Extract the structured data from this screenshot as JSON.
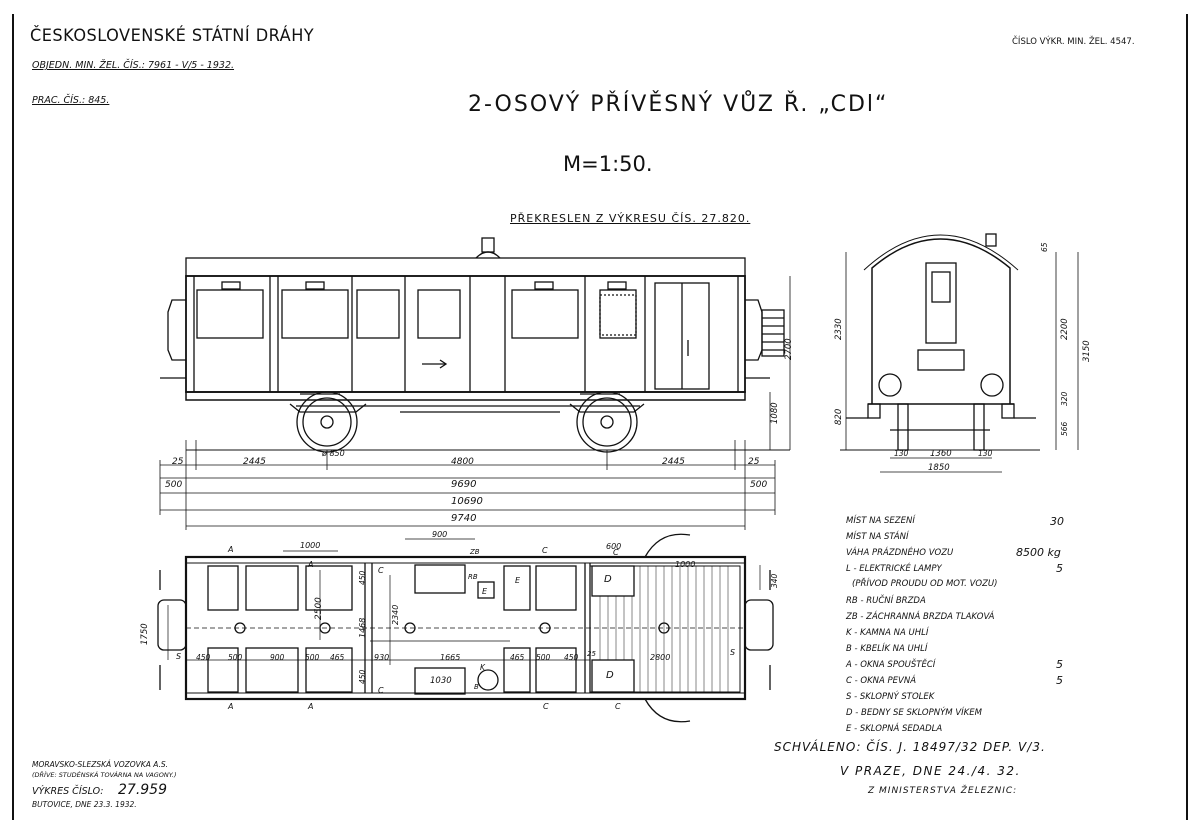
{
  "header": {
    "railway": "ČESKOSLOVENSKÉ STÁTNÍ DRÁHY",
    "order_ref": "OBJEDN. MIN. ŽEL. ČÍS.: 7961 - V/5 - 1932.",
    "work_no": "PRAC. ČÍS.: 845.",
    "drawing_no_ministry": "ČÍSLO VÝKR. MIN. ŽEL. 4547.",
    "title": "2-OSOVÝ PŘÍVĚSNÝ VŮZ Ř. „CDl“",
    "scale": "M=1:50.",
    "redrawn": "PŘEKRESLEN Z VÝKRESU ČÍS. 27.820."
  },
  "dimensions": {
    "side": [
      "25",
      "2445",
      "4800",
      "2445",
      "25",
      "500",
      "9690",
      "500",
      "10690",
      "9740",
      "ø 850",
      "2700",
      "1080"
    ],
    "end": [
      "2330",
      "820",
      "3150",
      "2200",
      "320",
      "566",
      "65",
      "1360",
      "1850",
      "130",
      "130"
    ],
    "plan": [
      "1000",
      "900",
      "600",
      "1000",
      "2500",
      "450",
      "2340",
      "1468",
      "450",
      "930",
      "1665",
      "465",
      "500",
      "450",
      "25",
      "2800",
      "450",
      "500",
      "900",
      "500",
      "465",
      "450",
      "1030",
      "1750",
      "340",
      "465",
      "500"
    ]
  },
  "plan_letters": [
    "A",
    "A",
    "A",
    "A",
    "C",
    "C",
    "C",
    "C",
    "D",
    "D",
    "E",
    "E",
    "K",
    "RB",
    "ZB",
    "B",
    "S",
    "S",
    "C",
    "C"
  ],
  "legend": {
    "items": [
      {
        "label": "MÍST NA SEZENÍ",
        "value": "30"
      },
      {
        "label": "MÍST NA STÁNÍ",
        "value": ""
      },
      {
        "label": "VÁHA PRÁZDNÉHO VOZU",
        "value": "8500 kg"
      },
      {
        "label": "L - ELEKTRICKÉ LAMPY",
        "value": "5"
      },
      {
        "label": "(PŘÍVOD PROUDU OD MOT. VOZU)",
        "value": ""
      },
      {
        "label": "RB - RUČNÍ BRZDA",
        "value": ""
      },
      {
        "label": "ZB - ZÁCHRANNÁ BRZDA TLAKOVÁ",
        "value": ""
      },
      {
        "label": "K - KAMNA NA UHLÍ",
        "value": ""
      },
      {
        "label": "B - KBELÍK NA UHLÍ",
        "value": ""
      },
      {
        "label": "A - OKNA SPOUŠTĚCÍ",
        "value": "5"
      },
      {
        "label": "C - OKNA PEVNÁ",
        "value": "5"
      },
      {
        "label": "S - SKLOPNÝ STOLEK",
        "value": ""
      },
      {
        "label": "D - BEDNY SE SKLOPNÝM VÍKEM",
        "value": ""
      },
      {
        "label": "E - SKLOPNÁ SEDADLA",
        "value": ""
      }
    ]
  },
  "approval": {
    "line1": "SCHVÁLENO: ČÍS. J. 18497/32 DEP. V/3.",
    "line2": "V PRAZE, DNE 24./4. 32.",
    "line3": "Z MINISTERSTVA ŽELEZNIC:"
  },
  "maker": {
    "company": "MORAVSKO-SLEZSKÁ VOZOVKA A.S.",
    "former": "(DŘÍVE: STUDÉNSKÁ TOVÁRNA NA VAGONY.)",
    "drawing_label": "VÝKRES ČÍSLO:",
    "drawing_no": "27.959",
    "place_date": "BUTOVICE, DNE 23.3. 1932."
  }
}
